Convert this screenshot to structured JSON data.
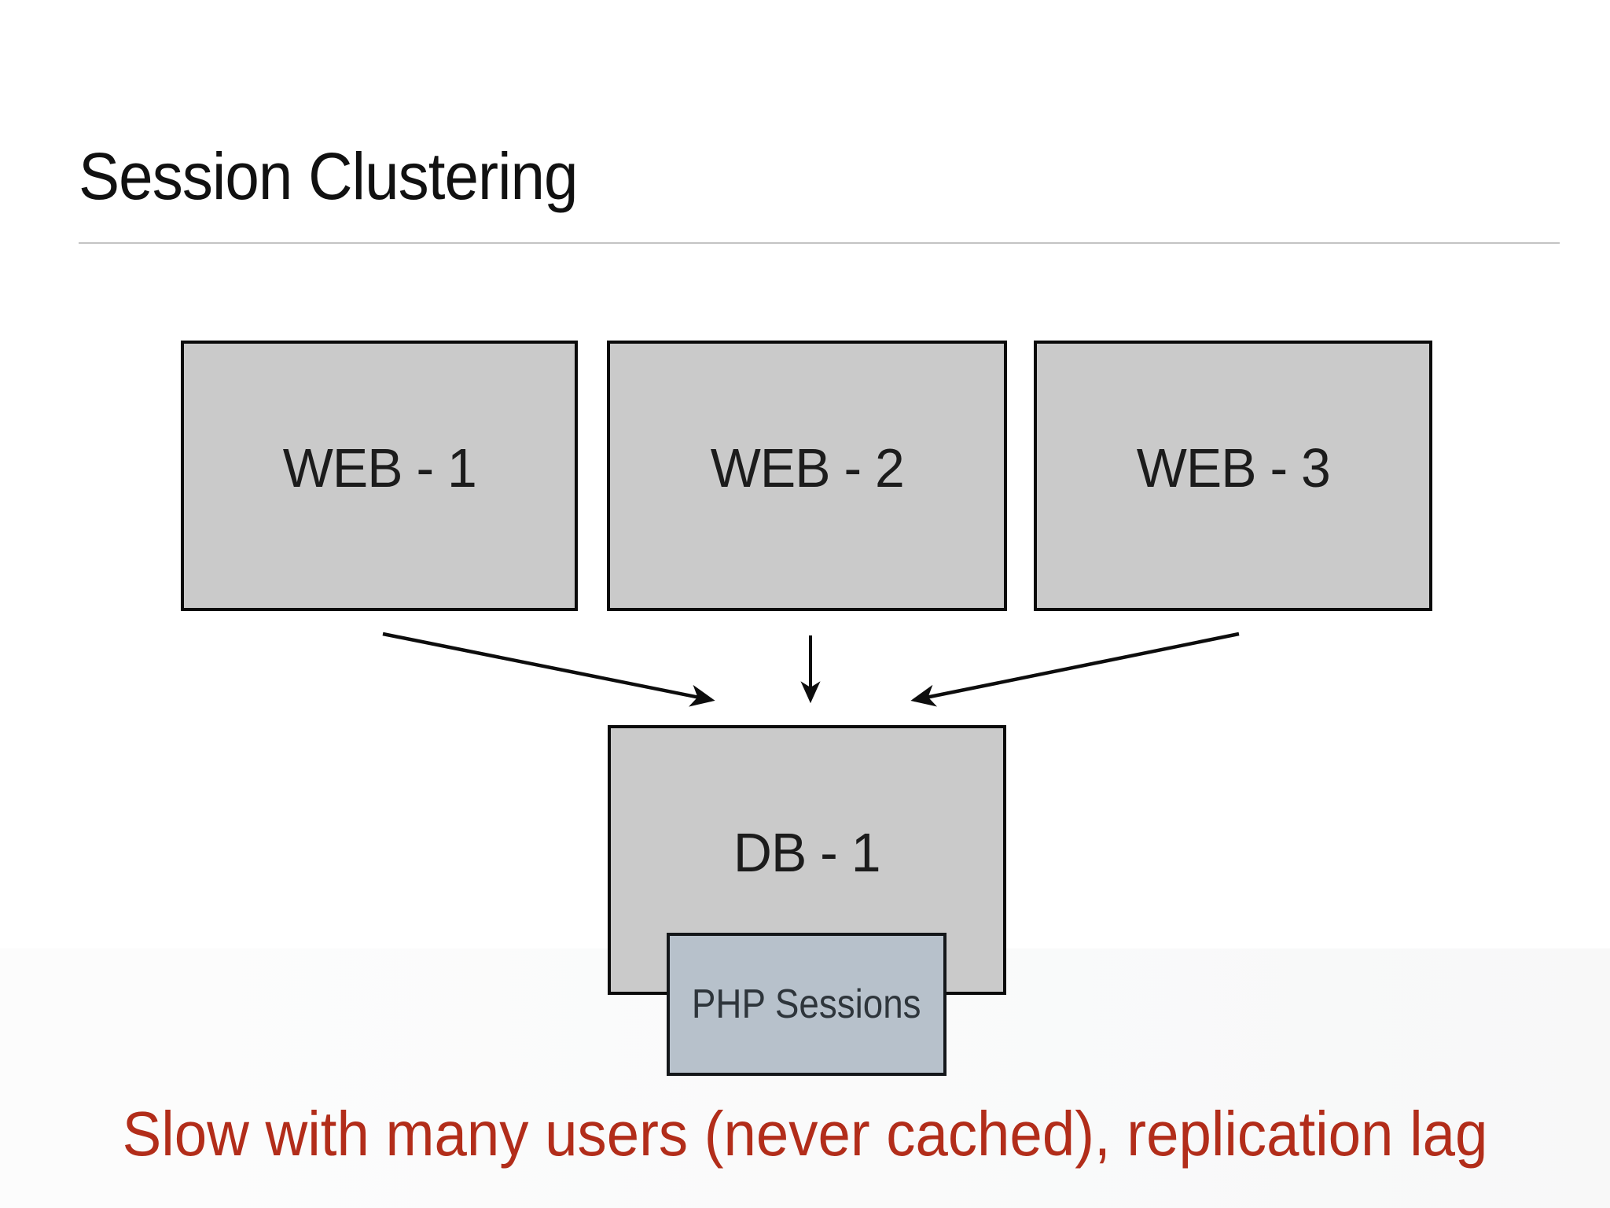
{
  "slide": {
    "title": "Session Clustering",
    "caption": "Slow with many users (never cached), replication lag"
  },
  "diagram": {
    "nodes": [
      {
        "id": "web1",
        "label": "WEB - 1"
      },
      {
        "id": "web2",
        "label": "WEB - 2"
      },
      {
        "id": "web3",
        "label": "WEB - 3"
      },
      {
        "id": "db1",
        "label": "DB - 1"
      },
      {
        "id": "php_sessions",
        "label": "PHP Sessions"
      }
    ],
    "edges": [
      {
        "from": "web1",
        "to": "db1"
      },
      {
        "from": "web2",
        "to": "db1"
      },
      {
        "from": "web3",
        "to": "db1"
      }
    ]
  },
  "colors": {
    "background": "#ffffff",
    "box_fill": "#cacaca",
    "box_border": "#0a0a0a",
    "php_fill": "#b7c1cb",
    "php_border": "#14171a",
    "title_text": "#111111",
    "box_label_text": "#1c1c1c",
    "caption_text": "#b22d1a",
    "divider": "#c3c3c3",
    "arrow": "#0d0d0d"
  }
}
